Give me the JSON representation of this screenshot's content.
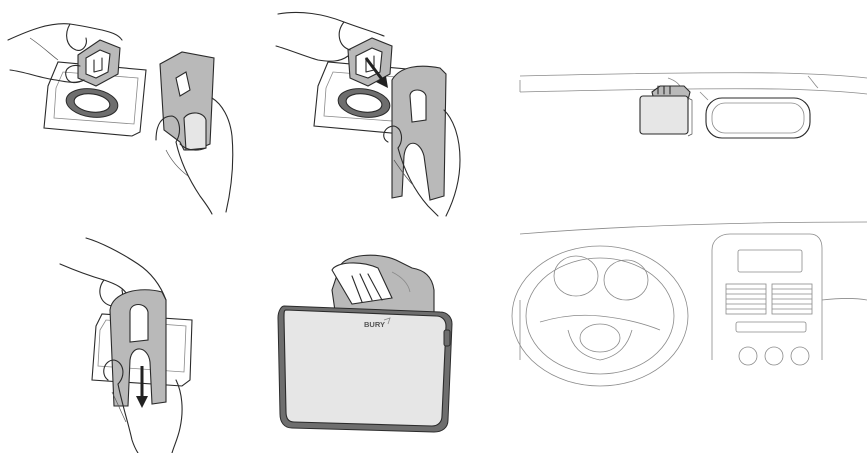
{
  "figure": {
    "panels": [
      {
        "id": "attach-clip"
      },
      {
        "id": "insert-holder"
      },
      {
        "id": "slide-holder"
      },
      {
        "id": "device-assembled"
      },
      {
        "id": "windshield-mounting"
      },
      {
        "id": "dashboard-view"
      }
    ],
    "device": {
      "brand_logo": "BURY"
    }
  }
}
